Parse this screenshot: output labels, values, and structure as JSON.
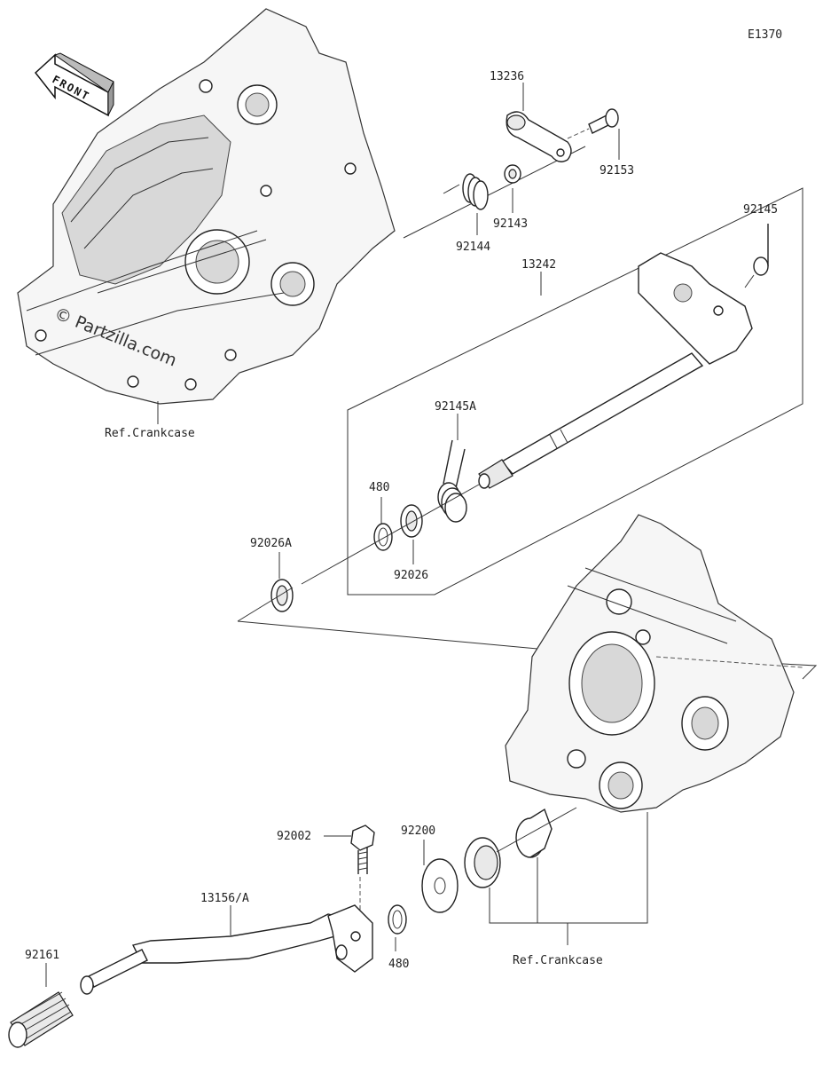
{
  "diagram_code": "E1370",
  "front_label": "FRONT",
  "watermark": "© Partzilla.com",
  "parts": [
    {
      "id": "p13236",
      "number": "13236"
    },
    {
      "id": "p92153",
      "number": "92153"
    },
    {
      "id": "p92143",
      "number": "92143"
    },
    {
      "id": "p92144",
      "number": "92144"
    },
    {
      "id": "p92145",
      "number": "92145"
    },
    {
      "id": "p13242",
      "number": "13242"
    },
    {
      "id": "p92145A",
      "number": "92145A"
    },
    {
      "id": "p480a",
      "number": "480"
    },
    {
      "id": "p92026",
      "number": "92026"
    },
    {
      "id": "p92026A",
      "number": "92026A"
    },
    {
      "id": "p92002",
      "number": "92002"
    },
    {
      "id": "p92200",
      "number": "92200"
    },
    {
      "id": "p13156",
      "number": "13156/A"
    },
    {
      "id": "p92161",
      "number": "92161"
    },
    {
      "id": "p480b",
      "number": "480"
    }
  ],
  "references": [
    {
      "id": "ref1",
      "text": "Ref.Crankcase"
    },
    {
      "id": "ref2",
      "text": "Ref.Crankcase"
    }
  ]
}
